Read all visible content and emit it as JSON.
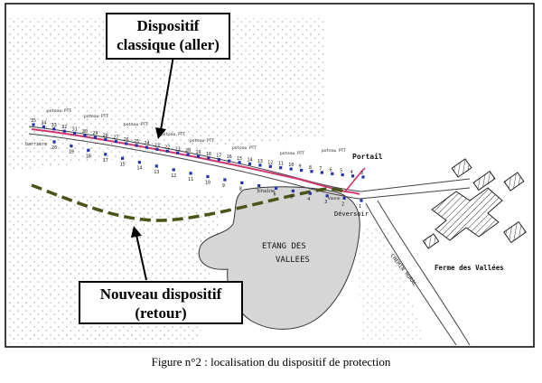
{
  "callouts": {
    "aller": {
      "line1": "Dispositif",
      "line2": "classique (aller)",
      "color": "#000000"
    },
    "retour": {
      "line1": "Nouveau dispositif",
      "line2": "(retour)",
      "color": "#000000"
    }
  },
  "map_labels": {
    "portail": "Portail",
    "deversoir": "Déversoir",
    "etang_line1": "ETANG DES",
    "etang_line2": "VALLEES",
    "ferme": "Ferme des Vallées",
    "barriere": "barrière",
    "chaine": "chaîne",
    "road": "CHEMIN RURAL",
    "vanne": "Vanne"
  },
  "poteau_label": "poteau PTT",
  "posts_top": [
    "35",
    "34",
    "33",
    "32",
    "31",
    "30",
    "29",
    "28",
    "27",
    "26",
    "25",
    "24",
    "23",
    "22",
    "21",
    "20",
    "19",
    "18",
    "17",
    "16",
    "15",
    "14",
    "13",
    "12",
    "11",
    "10",
    "9",
    "8",
    "7",
    "6",
    "5",
    "4",
    "3"
  ],
  "posts_bottom": [
    "20",
    "19",
    "18",
    "17",
    "15",
    "14",
    "13",
    "12",
    "11",
    "10",
    "9",
    "8",
    "7",
    "6",
    "5",
    "4",
    "3",
    "2",
    "1"
  ],
  "caption": "Figure n°2 : localisation du dispositif de protection",
  "colors": {
    "aller_line": "#d0386d",
    "retour_line": "#4d5218",
    "post": "#2233aa",
    "pond": "#d6d6d6"
  }
}
